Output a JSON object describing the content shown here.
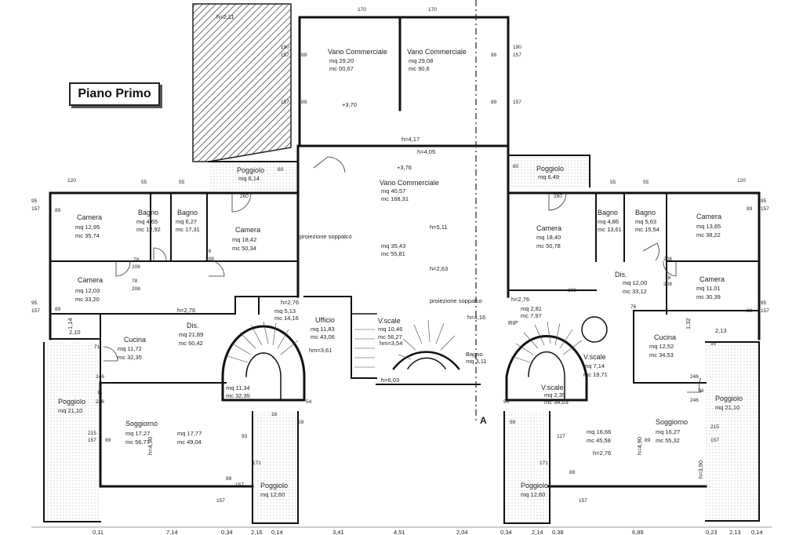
{
  "title": "Piano Primo",
  "section_marker": "A",
  "rooms": [
    {
      "id": "vano1",
      "name": "Vano Commerciale",
      "mq": "mq 29,20",
      "mc": "mc 00,67"
    },
    {
      "id": "vano2",
      "name": "Vano Commerciale",
      "mq": "mq 29,08",
      "mc": "mc 90,6"
    },
    {
      "id": "vano3",
      "name": "Vano Commerciale",
      "mq": "mq 40,57",
      "mc": "mc 168,31"
    },
    {
      "id": "poggiolo1",
      "name": "Poggiolo",
      "mq": "mq 6,14",
      "mc": ""
    },
    {
      "id": "poggiolo2",
      "name": "Poggiolo",
      "mq": "mq 6,49",
      "mc": ""
    },
    {
      "id": "camera1",
      "name": "Camera",
      "mq": "mq 12,95",
      "mc": "mc 35,74"
    },
    {
      "id": "bagno1",
      "name": "Bagno",
      "mq": "mq 4,65",
      "mc": "mc 12,92"
    },
    {
      "id": "bagno2",
      "name": "Bagno",
      "mq": "mq 6,27",
      "mc": "mc 17,31"
    },
    {
      "id": "camera2",
      "name": "Camera",
      "mq": "mq 18,42",
      "mc": "mc 50,34"
    },
    {
      "id": "camera3",
      "name": "Camera",
      "mq": "mq 12,03",
      "mc": "mc 33,20"
    },
    {
      "id": "cucina1",
      "name": "Cucina",
      "mq": "mq 11,72",
      "mc": "mc 32,35"
    },
    {
      "id": "dis1",
      "name": "Dis.",
      "mq": "mq 21,89",
      "mc": "mc 60,42"
    },
    {
      "id": "ufficio",
      "name": "Ufficio",
      "mq": "mq 11,83",
      "mc": "mc 43,06"
    },
    {
      "id": "vscale1",
      "name": "V.scale",
      "mq": "mq 10,46",
      "mc": "mc 56,27"
    },
    {
      "id": "poggiolo3",
      "name": "Poggiolo",
      "mq": "mq 21,10",
      "mc": ""
    },
    {
      "id": "soggiorno1",
      "name": "Soggiorno",
      "mq": "mq 17,27",
      "mc": "mc 56,77"
    },
    {
      "id": "poggiolo4",
      "name": "Poggiolo",
      "mq": "mq 12,60",
      "mc": ""
    },
    {
      "id": "camera4",
      "name": "Camera",
      "mq": "mq 18,40",
      "mc": "mc 50,78"
    },
    {
      "id": "bagno3",
      "name": "Bagno",
      "mq": "mq 4,86",
      "mc": "mc 13,61"
    },
    {
      "id": "bagno4",
      "name": "Bagno",
      "mq": "mq 5,63",
      "mc": "mc 15,54"
    },
    {
      "id": "camera5",
      "name": "Camera",
      "mq": "mq 13,85",
      "mc": "mc 38,22"
    },
    {
      "id": "dis2",
      "name": "Dis.",
      "mq": "mq 12,00",
      "mc": "mc 33,12"
    },
    {
      "id": "camera6",
      "name": "Camera",
      "mq": "mq 11,01",
      "mc": "mc 30,39"
    },
    {
      "id": "cucina2",
      "name": "Cucina",
      "mq": "mq 12,52",
      "mc": "mc 34,53"
    },
    {
      "id": "vscale2",
      "name": "V.scale",
      "mq": "mq 7,14",
      "mc": "mc 19,71"
    },
    {
      "id": "vscale3",
      "name": "V.scale",
      "mq": "mq 2,35",
      "mc": "mc 34,03"
    },
    {
      "id": "soggiorno2",
      "name": "Soggiorno",
      "mq": "mq 16,27",
      "mc": "mc 55,32"
    },
    {
      "id": "poggiolo5",
      "name": "Poggiolo",
      "mq": "mq 21,10",
      "mc": ""
    },
    {
      "id": "poggiolo6",
      "name": "Poggiolo",
      "mq": "mq 12,60",
      "mc": ""
    }
  ],
  "notes": {
    "proiezione1": "proiezione soppalco",
    "proiezione2": "proiezione soppalco",
    "h_211": "h=2,11",
    "h_276a": "h=2,76",
    "h_276b": "h=2,76",
    "h_276c": "h=2,76",
    "h_276d": "h=2,76",
    "h_511": "h=5,11",
    "h_263": "h=2,63",
    "h_417": "h=4,17",
    "h_405": "h=4,05",
    "h_416": "h=4,16",
    "h_490a": "h=4,90",
    "h_490b": "h=4,90",
    "h_390": "h=3,90",
    "h_603": "h=6,03",
    "hm354": "hm=3,54",
    "hm361": "hm=3,61",
    "q370": "+3,70",
    "q376": "+3,76",
    "mq3543": "mq 35,43",
    "mc5581": "mc 55,81",
    "mq513": "mq 5,13",
    "mc1416": "mc 14,16",
    "mq1134": "mq 11,34",
    "mc3235": "mc 32,35",
    "mq1777": "mq 17,77",
    "mc4904": "mc 49,04",
    "mq1666": "mq 16,66",
    "mc4558": "mc 45,58",
    "mq281": "mq 2,81",
    "mc797": "mc 7,97",
    "bagno5": "Bagno",
    "mq311": "mq 3,11",
    "rip": "RIP",
    "d_210": "2,10",
    "d_213": "2,13",
    "d_114": "1,14",
    "d_132": "1,32"
  },
  "openings": [
    "89",
    "157",
    "190",
    "170",
    "95",
    "120",
    "55",
    "60",
    "260",
    "208",
    "78",
    "76",
    "71",
    "246",
    "11",
    "16",
    "54",
    "94",
    "93",
    "127",
    "171",
    "215",
    "59",
    "83"
  ],
  "bottom_dims": [
    "0,11",
    "7,14",
    "0,34",
    "2,16",
    "0,14",
    "3,41",
    "4,51",
    "2,04",
    "0,34",
    "2,14",
    "0,38",
    "6,89",
    "0,23",
    "2,13",
    "0,14"
  ]
}
